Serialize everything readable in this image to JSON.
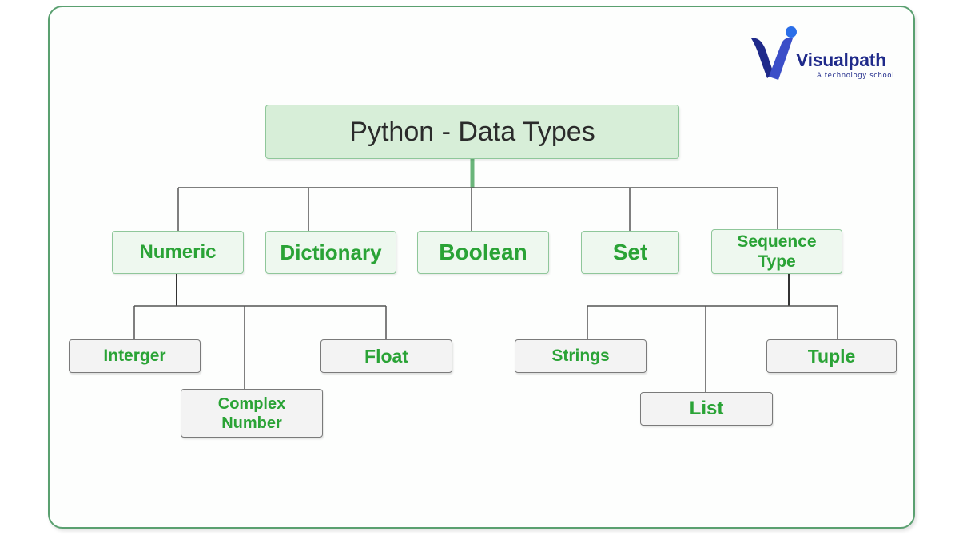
{
  "logo": {
    "name": "Visualpath",
    "tagline": "A technology school"
  },
  "diagram": {
    "root": "Python - Data Types",
    "categories": {
      "numeric": "Numeric",
      "dictionary": "Dictionary",
      "boolean": "Boolean",
      "set": "Set",
      "sequence_line1": "Sequence",
      "sequence_line2": "Type"
    },
    "numeric_children": {
      "integer": "Interger",
      "complex_line1": "Complex",
      "complex_line2": "Number",
      "float": "Float"
    },
    "sequence_children": {
      "strings": "Strings",
      "list": "List",
      "tuple": "Tuple"
    }
  },
  "colors": {
    "accent_green": "#2aa336",
    "frame_border": "#5aa070",
    "root_fill": "#d7eed8",
    "category_fill": "#eef8ef",
    "leaf_fill": "#f3f3f3",
    "logo_blue": "#1f2a8a"
  }
}
